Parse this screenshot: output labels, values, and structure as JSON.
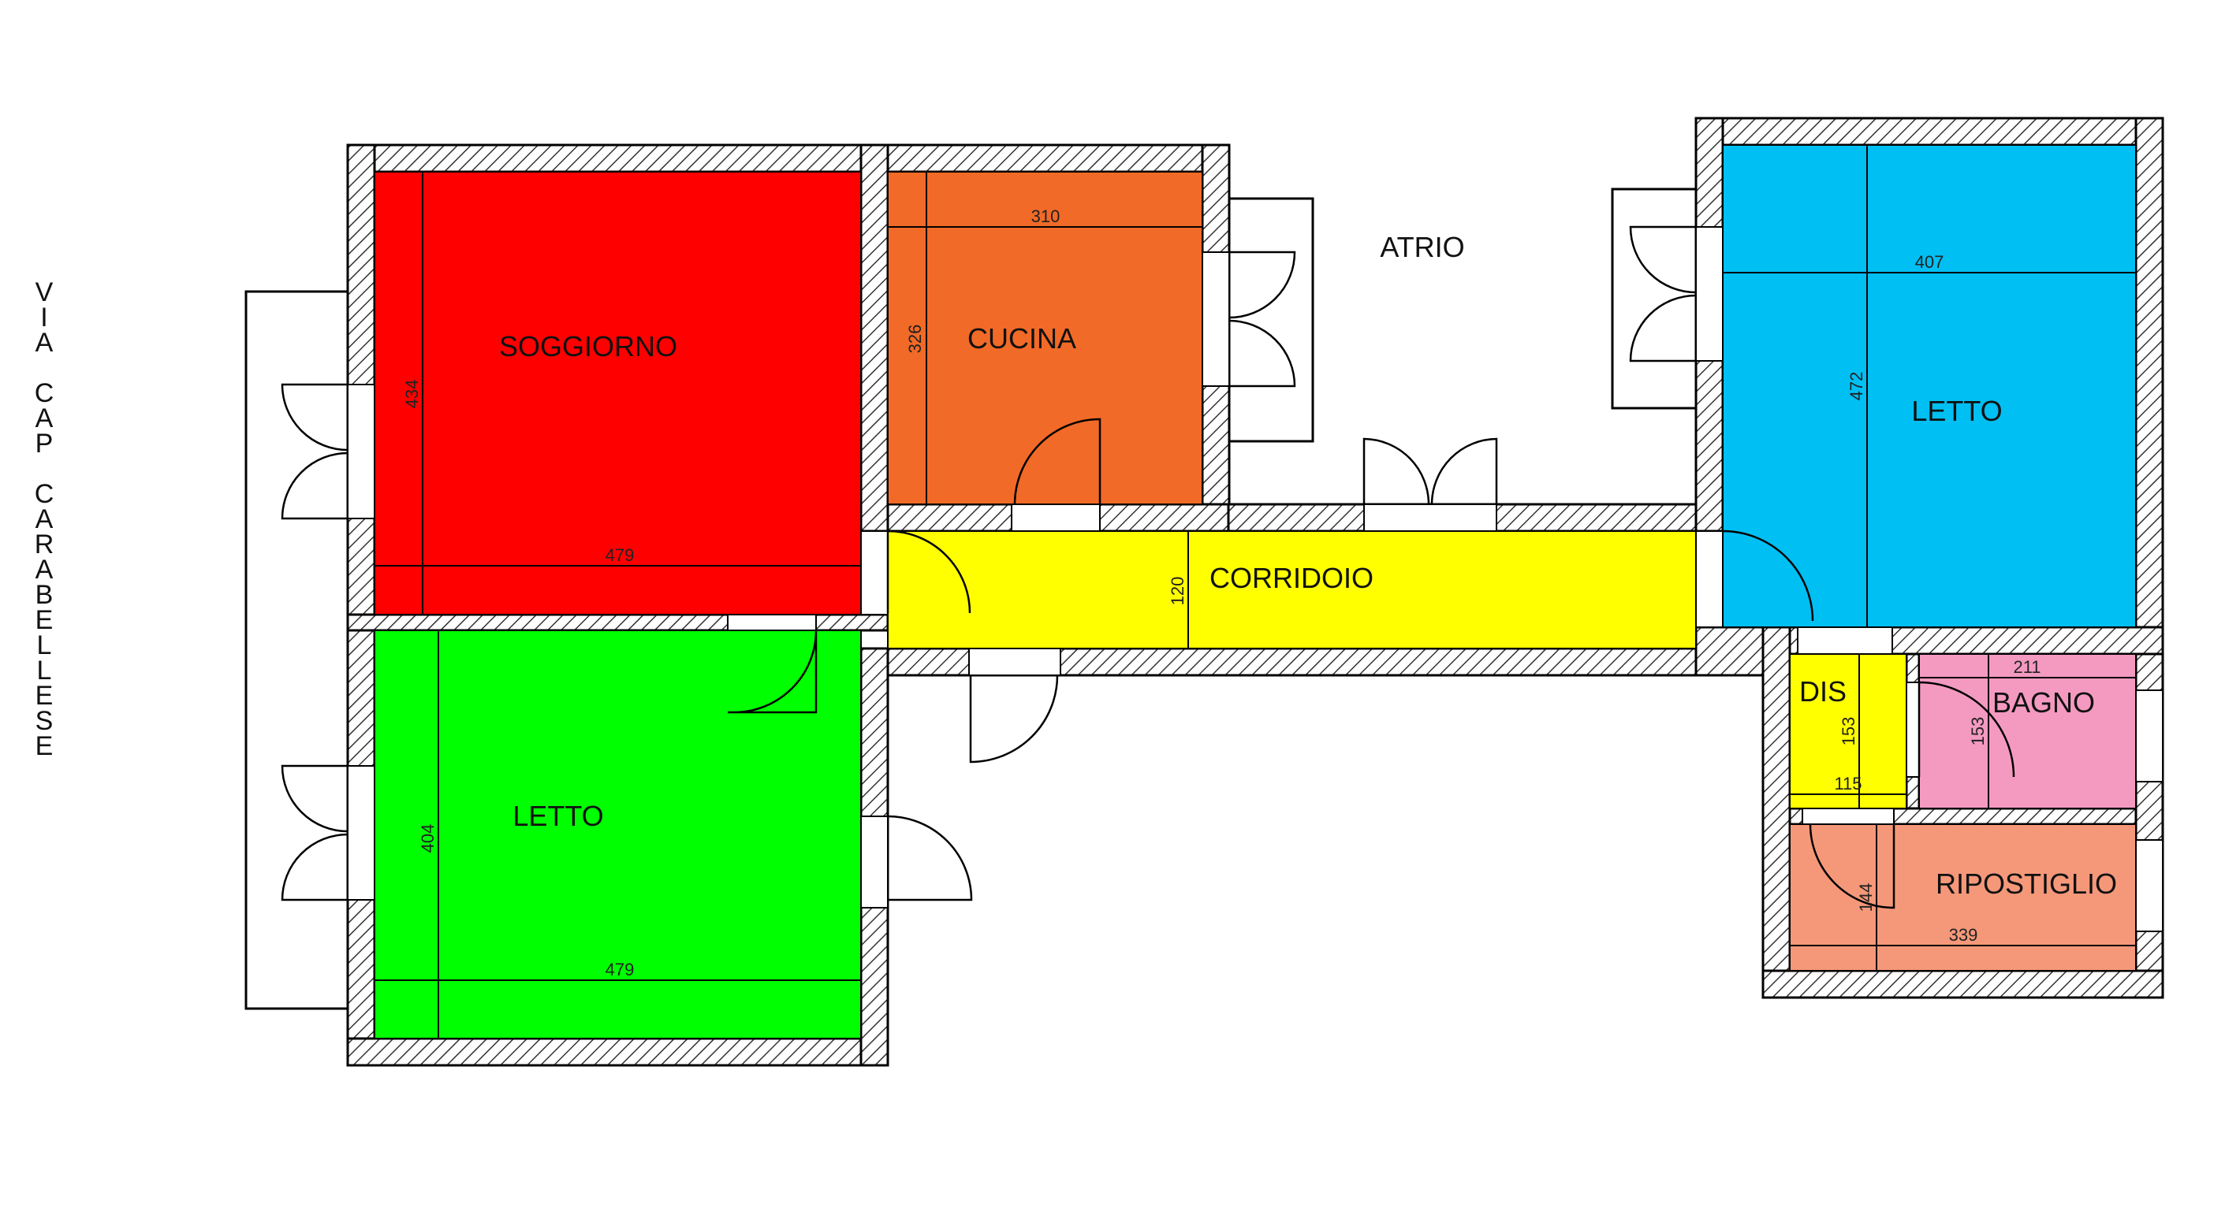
{
  "street": {
    "name": "VIA CAP CARABELLESE"
  },
  "rooms": [
    {
      "id": "soggiorno",
      "label": "SOGGIORNO",
      "color": "#ff0000"
    },
    {
      "id": "cucina",
      "label": "CUCINA",
      "color": "#f26a27"
    },
    {
      "id": "letto-1",
      "label": "LETTO",
      "color": "#00ff00"
    },
    {
      "id": "corridoio",
      "label": "CORRIDOIO",
      "color": "#ffff00"
    },
    {
      "id": "letto-2",
      "label": "LETTO",
      "color": "#00bff3"
    },
    {
      "id": "dis",
      "label": "DIS",
      "color": "#ffff00"
    },
    {
      "id": "bagno",
      "label": "BAGNO",
      "color": "#f49ac1"
    },
    {
      "id": "ripostiglio",
      "label": "RIPOSTIGLIO",
      "color": "#f5987a"
    }
  ],
  "atrio": {
    "label": "ATRIO"
  },
  "dimensions": {
    "soggiorno_w": "479",
    "soggiorno_h": "434",
    "cucina_w": "310",
    "cucina_h": "326",
    "letto1_w": "479",
    "letto1_h": "404",
    "corridoio_h": "120",
    "letto2_w": "407",
    "letto2_h": "472",
    "dis_w": "115",
    "dis_h": "153",
    "bagno_w": "211",
    "bagno_h": "153",
    "ripostiglio_w": "339",
    "ripostiglio_h": "144"
  },
  "colors": {
    "wall_hatch": "#000000",
    "outline": "#000000"
  }
}
